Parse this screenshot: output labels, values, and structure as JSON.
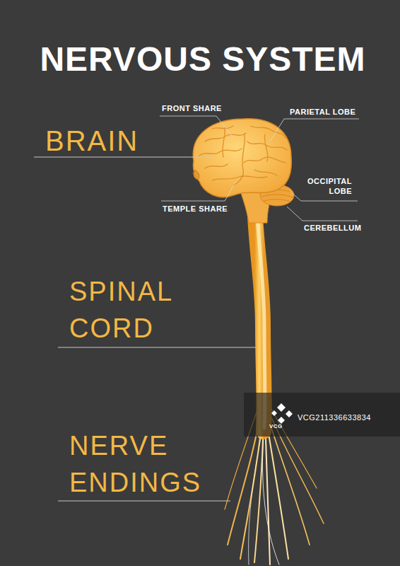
{
  "diagram": {
    "title": "NERVOUS SYSTEM",
    "labels": [
      "FRONT SHARE",
      "PARIETAL LOBE",
      "BRAIN",
      "OCCIPITAL LOBE",
      "TEMPLE SHARE",
      "CEREBELLUM",
      "SPINAL CORD",
      "VCG",
      "VCG211336633834",
      "NERVE ENDINGS"
    ]
  }
}
